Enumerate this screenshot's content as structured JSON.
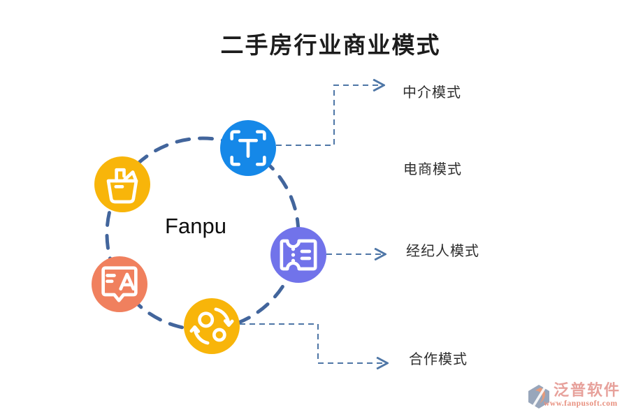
{
  "title": "二手房行业商业模式",
  "center_label": "Fanpu",
  "nodes": [
    {
      "name": "scan-text",
      "color": "#1588e8"
    },
    {
      "name": "basket",
      "color": "#f8b50a"
    },
    {
      "name": "chat-translate",
      "color": "#f0805e"
    },
    {
      "name": "sync",
      "color": "#f8b50a"
    },
    {
      "name": "ticket",
      "color": "#7173ea"
    }
  ],
  "branches": [
    {
      "label": "中介模式"
    },
    {
      "label": "电商模式"
    },
    {
      "label": "经纪人模式"
    },
    {
      "label": "合作模式"
    }
  ],
  "watermark": {
    "brand": "泛普软件",
    "url": "www.fanpusoft.com"
  },
  "colors": {
    "circle_dash": "#42659c",
    "connector": "#4e76a6",
    "title_text": "#1c1c1c",
    "label_text": "#2e2e2e",
    "watermark_brand": "#e7a19b",
    "watermark_url": "#e8907f",
    "logo_diamond": "#98a6bb",
    "logo_swirl": "#e59b7c"
  }
}
